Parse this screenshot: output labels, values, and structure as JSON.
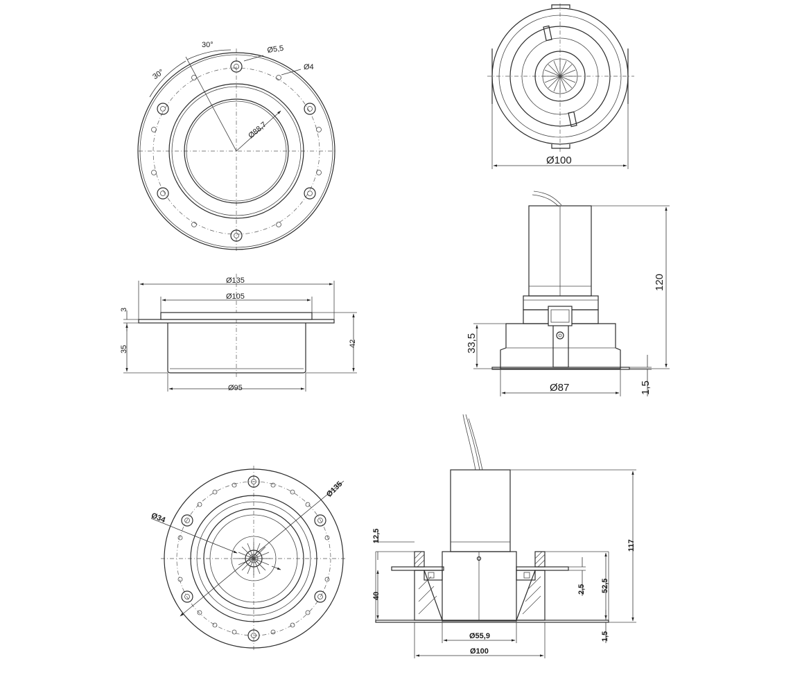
{
  "drawing": {
    "top_left_view": {
      "angle_a": "30°",
      "angle_b": "30°",
      "hole_large": "Ø5,5",
      "hole_small": "Ø4",
      "inner_dia": "Ø88,7"
    },
    "top_right_view": {
      "outer_dia": "Ø100"
    },
    "mid_left_view": {
      "flange_dia": "Ø135",
      "rim_dia": "Ø105",
      "flange_thk": "3",
      "body_height": "35",
      "total_height": "42",
      "body_dia": "Ø95"
    },
    "mid_right_view": {
      "total_height": "120",
      "lower_height": "33,5",
      "base_dia": "Ø87",
      "flange_thk": "1,5"
    },
    "bottom_left_view": {
      "outer_dia": "Ø135",
      "center_dia": "Ø34"
    },
    "bottom_right_view": {
      "top_ring": "12,5",
      "insert_height": "40",
      "total_height": "117",
      "gap": "2,5",
      "height_52": "52,5",
      "flange_thk": "1,5",
      "inner_dia": "Ø55,9",
      "outer_dia": "Ø100"
    }
  }
}
